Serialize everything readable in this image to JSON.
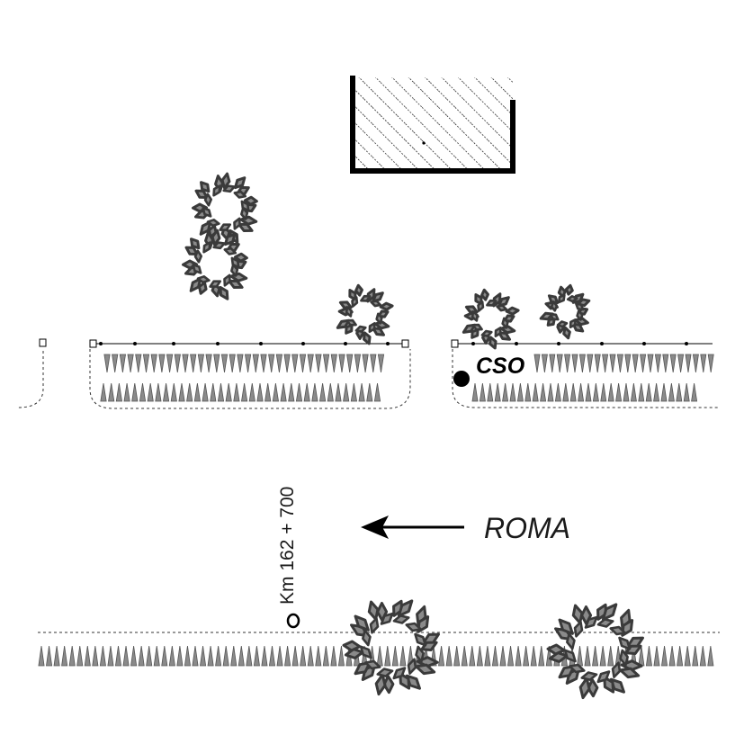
{
  "labels": {
    "cso": "CSO",
    "direction": "ROMA",
    "kilometer": "Km 162 + 700"
  },
  "colors": {
    "tree_fill": "#8a8a8a",
    "tree_stroke": "#3a3a3a",
    "hatch": "#000000",
    "line": "#000000",
    "dash": "#333333"
  }
}
